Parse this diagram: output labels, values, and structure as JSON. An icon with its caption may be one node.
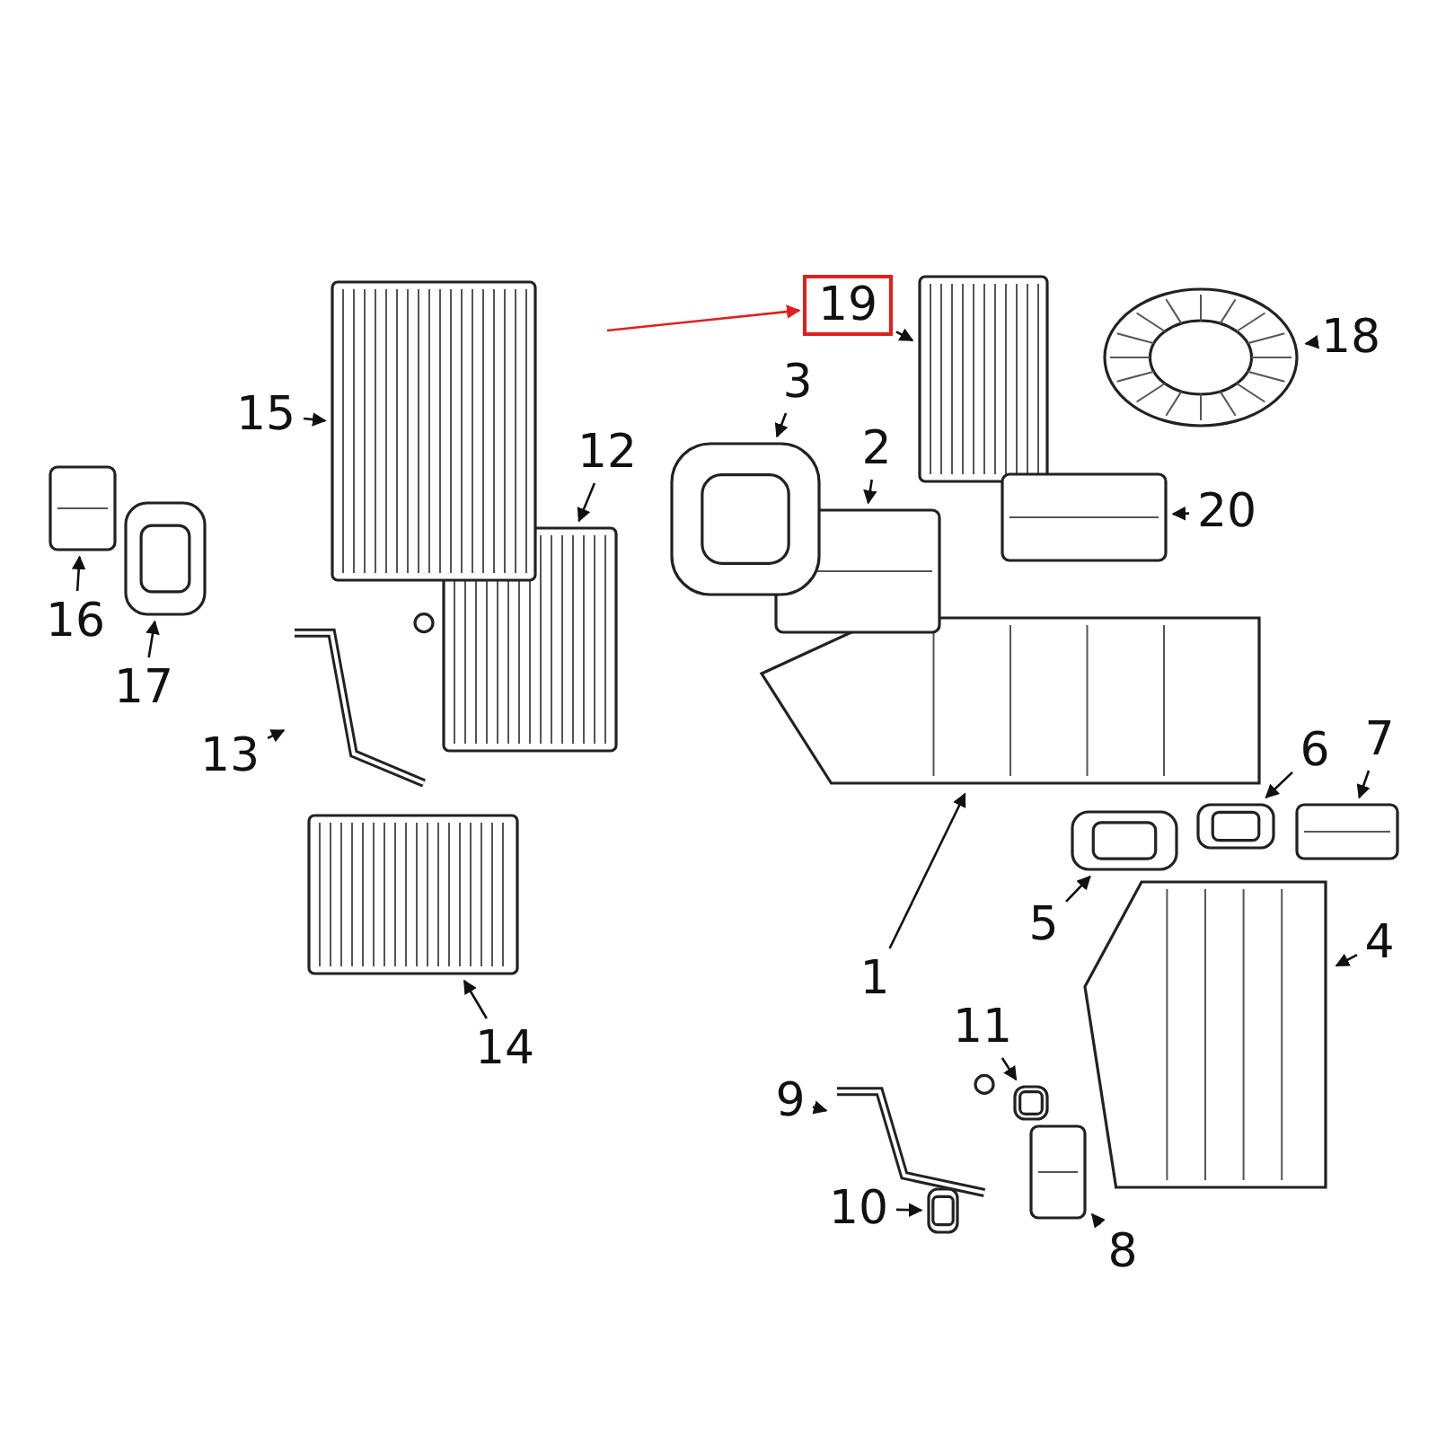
{
  "diagram": {
    "nodes": [
      {
        "text": [
          "1"
        ]
      },
      {
        "text": [
          "2"
        ]
      },
      {
        "text": [
          "3"
        ]
      },
      {
        "text": [
          "4"
        ]
      },
      {
        "text": [
          "5"
        ]
      },
      {
        "text": [
          "6"
        ]
      },
      {
        "text": [
          "7"
        ]
      },
      {
        "text": [
          "8"
        ]
      },
      {
        "text": [
          "9"
        ]
      },
      {
        "text": [
          "10"
        ]
      },
      {
        "text": [
          "11"
        ]
      },
      {
        "text": [
          "12"
        ]
      },
      {
        "text": [
          "13"
        ]
      },
      {
        "text": [
          "14"
        ]
      },
      {
        "text": [
          "15"
        ]
      },
      {
        "text": [
          "16"
        ]
      },
      {
        "text": [
          "17"
        ]
      },
      {
        "text": [
          "18"
        ]
      },
      {
        "text": [
          "19"
        ]
      },
      {
        "text": [
          "20"
        ]
      },
      {
        "text": [],
        "shape": "picture"
      },
      {
        "text": [],
        "shape": "picture"
      },
      {
        "text": [],
        "shape": "picture"
      },
      {
        "text": [],
        "shape": "picture"
      },
      {
        "text": [],
        "shape": "picture"
      },
      {
        "text": [],
        "shape": "picture"
      },
      {
        "text": [],
        "shape": "picture"
      },
      {
        "text": [],
        "shape": "picture"
      },
      {
        "text": [],
        "shape": "picture"
      },
      {
        "text": [],
        "shape": "picture"
      },
      {
        "text": [],
        "shape": "picture"
      },
      {
        "text": [],
        "shape": "picture"
      },
      {
        "text": [],
        "shape": "picture"
      },
      {
        "text": [],
        "shape": "picture"
      },
      {
        "text": [],
        "shape": "picture"
      },
      {
        "text": [],
        "shape": "picture"
      },
      {
        "text": [],
        "shape": "picture"
      },
      {
        "text": [],
        "shape": "picture"
      },
      {
        "text": [],
        "shape": "picture"
      },
      {
        "text": [],
        "shape": "picture"
      }
    ],
    "edges": [
      {
        "from": 0,
        "to": 20,
        "arrow": "to"
      },
      {
        "from": 1,
        "to": 21,
        "arrow": "to"
      },
      {
        "from": 2,
        "to": 22,
        "arrow": "to"
      },
      {
        "from": 3,
        "to": 23,
        "arrow": "to"
      },
      {
        "from": 4,
        "to": 24,
        "arrow": "to"
      },
      {
        "from": 5,
        "to": 25,
        "arrow": "to"
      },
      {
        "from": 6,
        "to": 26,
        "arrow": "to"
      },
      {
        "from": 7,
        "to": 27,
        "arrow": "to"
      },
      {
        "from": 8,
        "to": 28,
        "arrow": "to"
      },
      {
        "from": 9,
        "to": 29,
        "arrow": "to"
      },
      {
        "from": 10,
        "to": 30,
        "arrow": "to"
      },
      {
        "from": 11,
        "to": 31,
        "arrow": "to"
      },
      {
        "from": 12,
        "to": 32,
        "arrow": "to"
      },
      {
        "from": 13,
        "to": 33,
        "arrow": "to"
      },
      {
        "from": 14,
        "to": 34,
        "arrow": "to"
      },
      {
        "from": 15,
        "to": 35,
        "arrow": "to"
      },
      {
        "from": 16,
        "to": 36,
        "arrow": "to"
      },
      {
        "from": 17,
        "to": 37,
        "arrow": "to"
      },
      {
        "from": 18,
        "to": 38,
        "arrow": "to"
      },
      {
        "from": 19,
        "to": 39,
        "arrow": "to"
      },
      {
        "from": null,
        "to": 18,
        "arrow": "to",
        "color": "#e0201c"
      }
    ]
  }
}
